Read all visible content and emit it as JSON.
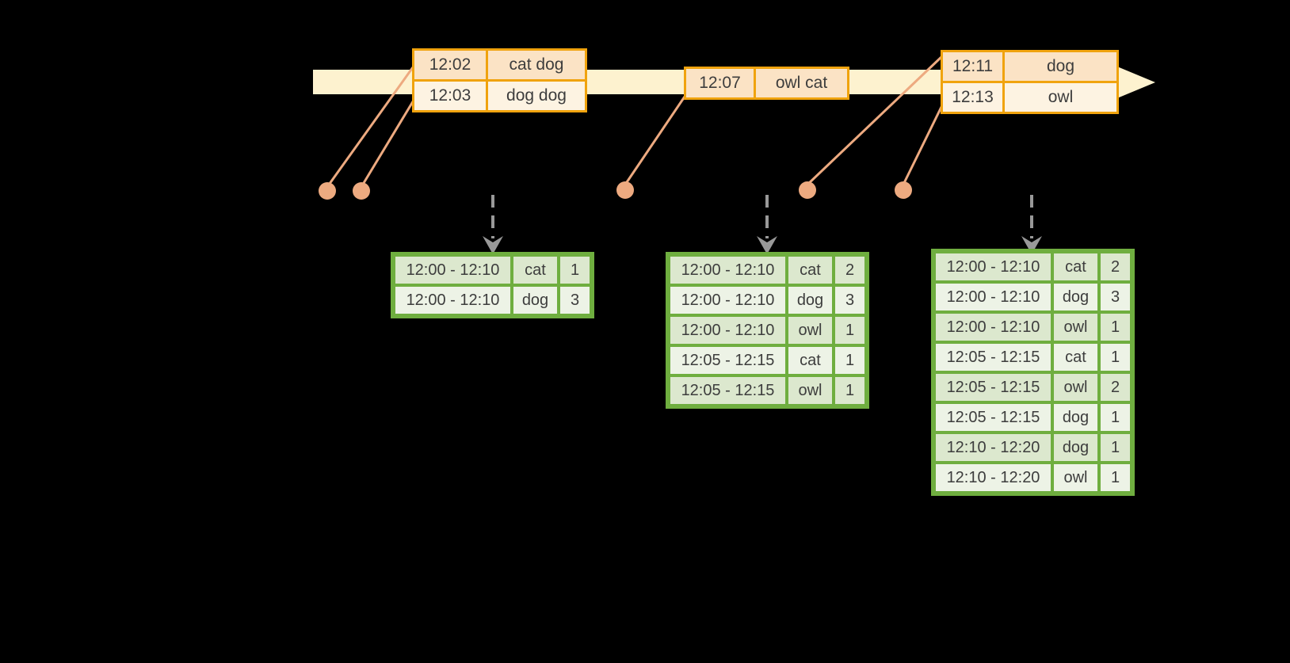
{
  "colors": {
    "background": "#000000",
    "timeline_fill": "#fdf2cf",
    "event_border": "#f0a30e",
    "event_row_dark": "#fbe3c5",
    "event_row_light": "#fdf3e2",
    "result_border": "#6fae3f",
    "result_row_dark": "#dce8ce",
    "result_row_light": "#edf3e6",
    "connector": "#edaa80",
    "trigger_arrow": "#999999",
    "text": "#3d3d3d"
  },
  "event_tables": [
    {
      "rows": [
        [
          "12:02",
          "cat dog"
        ],
        [
          "12:03",
          "dog dog"
        ]
      ]
    },
    {
      "rows": [
        [
          "12:07",
          "owl cat"
        ]
      ]
    },
    {
      "rows": [
        [
          "12:11",
          "dog"
        ],
        [
          "12:13",
          "owl"
        ]
      ]
    }
  ],
  "result_tables": [
    {
      "rows": [
        [
          "12:00 - 12:10",
          "cat",
          "1"
        ],
        [
          "12:00 - 12:10",
          "dog",
          "3"
        ]
      ]
    },
    {
      "rows": [
        [
          "12:00 - 12:10",
          "cat",
          "2"
        ],
        [
          "12:00 - 12:10",
          "dog",
          "3"
        ],
        [
          "12:00 - 12:10",
          "owl",
          "1"
        ],
        [
          "12:05 - 12:15",
          "cat",
          "1"
        ],
        [
          "12:05 - 12:15",
          "owl",
          "1"
        ]
      ]
    },
    {
      "rows": [
        [
          "12:00 - 12:10",
          "cat",
          "2"
        ],
        [
          "12:00 - 12:10",
          "dog",
          "3"
        ],
        [
          "12:00 - 12:10",
          "owl",
          "1"
        ],
        [
          "12:05 - 12:15",
          "cat",
          "1"
        ],
        [
          "12:05 - 12:15",
          "owl",
          "2"
        ],
        [
          "12:05 - 12:15",
          "dog",
          "1"
        ],
        [
          "12:10 - 12:20",
          "dog",
          "1"
        ],
        [
          "12:10 - 12:20",
          "owl",
          "1"
        ]
      ]
    }
  ]
}
